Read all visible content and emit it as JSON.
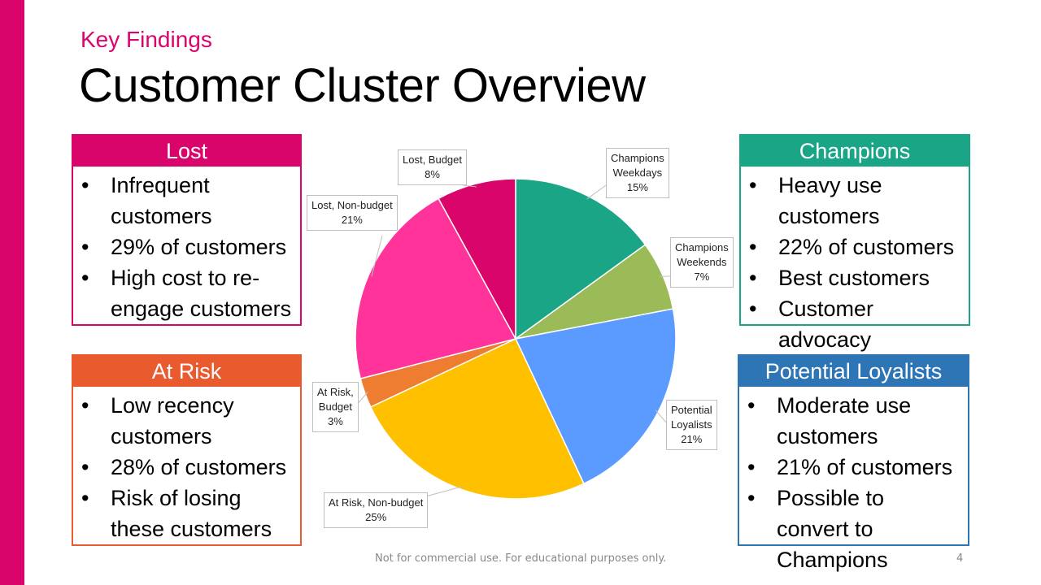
{
  "slide": {
    "kicker": "Key Findings",
    "title": "Customer Cluster Overview",
    "footer": "Not for commercial use. For educational purposes only.",
    "page_number": "4",
    "accent_color": "#d9056a"
  },
  "panels": {
    "lost": {
      "title": "Lost",
      "color": "#d9056a",
      "bullets": [
        "Infrequent customers",
        "29% of customers",
        "High cost to re-engage customers"
      ]
    },
    "at_risk": {
      "title": "At Risk",
      "color": "#ea5a2f",
      "bullets": [
        "Low recency customers",
        "28% of customers",
        "Risk of losing these customers"
      ]
    },
    "champions": {
      "title": "Champions",
      "color": "#1aa586",
      "bullets": [
        "Heavy use customers",
        "22% of customers",
        "Best customers",
        "Customer advocacy"
      ]
    },
    "potential_loyalists": {
      "title": "Potential Loyalists",
      "color": "#2e75b6",
      "bullets": [
        "Moderate use customers",
        "21% of customers",
        "Possible to convert to Champions"
      ]
    }
  },
  "chart_data": {
    "type": "pie",
    "slices": [
      {
        "label": [
          "Champions",
          "Weekdays"
        ],
        "value_label": "15%",
        "value": 15,
        "color": "#1aa586"
      },
      {
        "label": [
          "Champions",
          "Weekends"
        ],
        "value_label": "7%",
        "value": 7,
        "color": "#9bbb59"
      },
      {
        "label": [
          "Potential",
          "Loyalists"
        ],
        "value_label": "21%",
        "value": 21,
        "color": "#5b9bff"
      },
      {
        "label": [
          "At Risk, Non-budget"
        ],
        "value_label": "25%",
        "value": 25,
        "color": "#ffc000"
      },
      {
        "label": [
          "At Risk,",
          "Budget"
        ],
        "value_label": "3%",
        "value": 3,
        "color": "#ee7d31"
      },
      {
        "label": [
          "Lost, Non-budget"
        ],
        "value_label": "21%",
        "value": 21,
        "color": "#ff3399"
      },
      {
        "label": [
          "Lost, Budget"
        ],
        "value_label": "8%",
        "value": 8,
        "color": "#d9056a"
      }
    ]
  }
}
